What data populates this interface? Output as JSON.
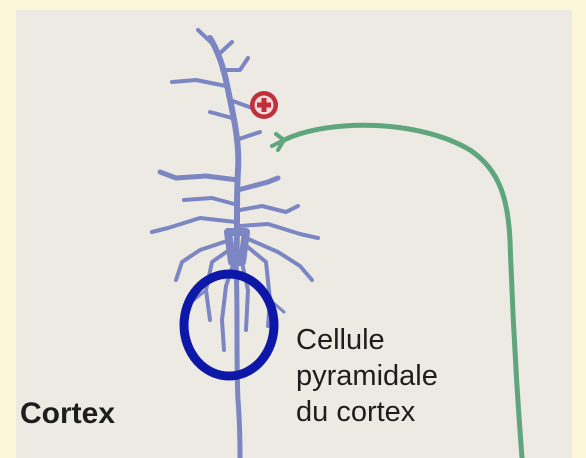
{
  "labels": {
    "region": "Cortex",
    "cell_line1": "Cellule",
    "cell_line2": "pyramidale",
    "cell_line3": "du cortex"
  },
  "synapse": {
    "sign": "+",
    "color": "#c0303a"
  },
  "colors": {
    "background": "#eceae2",
    "frame": "#fbf7d8",
    "neuron": "#7b86c2",
    "axon_terminal": "#5fa67e",
    "highlight_ellipse": "#0d17a8"
  }
}
